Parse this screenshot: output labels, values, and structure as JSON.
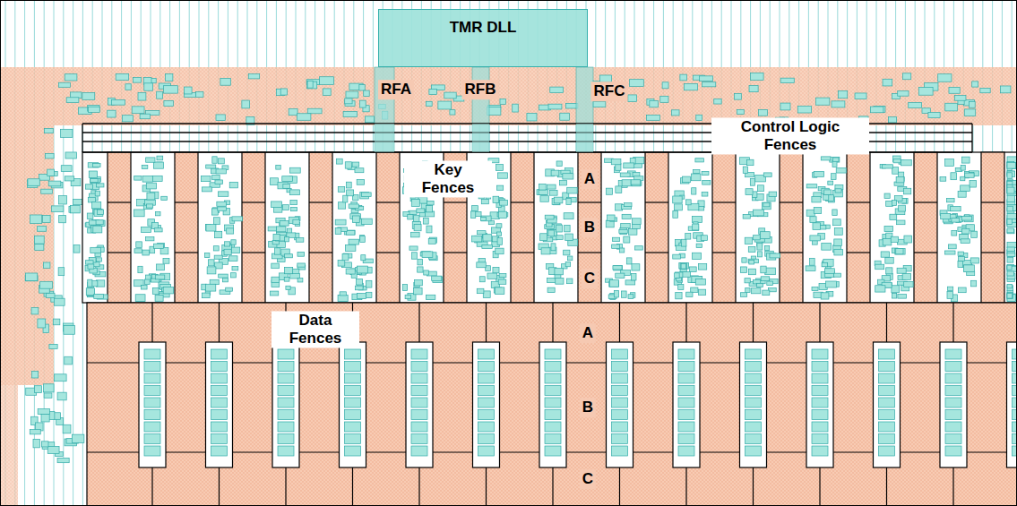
{
  "diagram": {
    "nodes": [
      {
        "text": [
          "TMR DLL"
        ]
      }
    ],
    "labels": [
      "RFA",
      "RFB",
      "RFC",
      "Control Logic Fences",
      "Key Fences",
      "A",
      "B",
      "C",
      "Data Fences",
      "A",
      "B",
      "C"
    ]
  }
}
